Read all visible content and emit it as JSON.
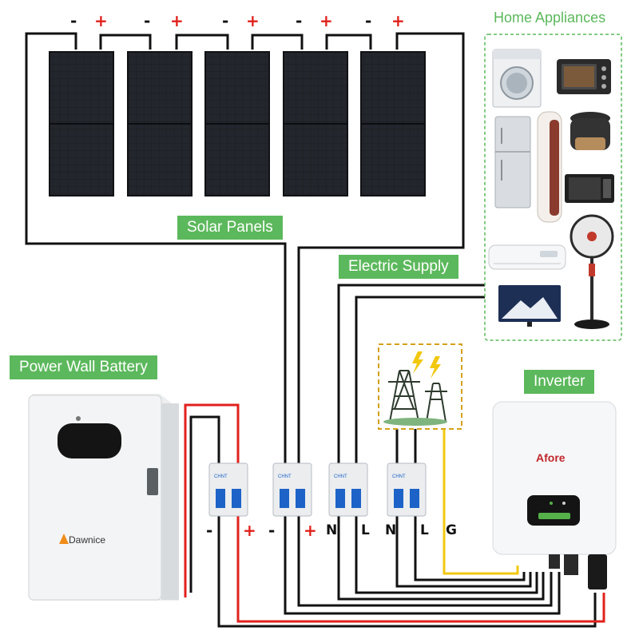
{
  "labels": {
    "solar_panels": "Solar Panels",
    "electric_supply": "Electric Supply",
    "power_wall_battery": "Power Wall Battery",
    "inverter": "Inverter",
    "home_appliances": "Home Appliances"
  },
  "panel_terminals": [
    "-",
    "+",
    "-",
    "+",
    "-",
    "+",
    "-",
    "+",
    "-",
    "+"
  ],
  "battery_terminals": [
    "-",
    "+"
  ],
  "breaker_terminals": [
    "-",
    "+",
    "N",
    "L",
    "N",
    "L",
    "G"
  ],
  "brands": {
    "battery": "Dawnice",
    "inverter": "Afore",
    "breaker": "CHNT"
  },
  "colors": {
    "label_green": "#5cb85c",
    "wire_black": "#111111",
    "wire_red": "#e0211c",
    "wire_yellow": "#f2c80f",
    "panel_dark": "#1b1d22",
    "breaker_blue": "#1d63c7"
  }
}
